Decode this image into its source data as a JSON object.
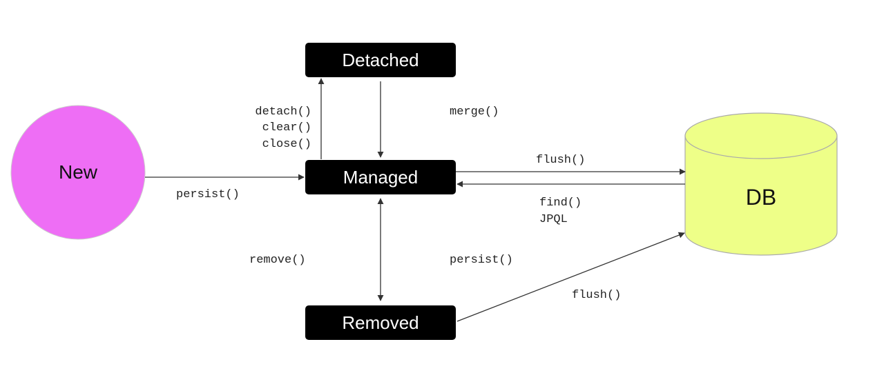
{
  "nodes": {
    "new": {
      "label": "New",
      "color": "#ee6ef5"
    },
    "detached": {
      "label": "Detached",
      "color": "#000000"
    },
    "managed": {
      "label": "Managed",
      "color": "#000000"
    },
    "removed": {
      "label": "Removed",
      "color": "#000000"
    },
    "db": {
      "label": "DB",
      "color": "#eeff88"
    }
  },
  "edges": {
    "new_to_managed": [
      "persist()"
    ],
    "managed_to_detached": [
      "detach()",
      "clear()",
      "close()"
    ],
    "detached_to_managed": [
      "merge()"
    ],
    "managed_to_db": [
      "flush()"
    ],
    "db_to_managed": [
      "find()",
      "JPQL"
    ],
    "managed_removed_left": [
      "remove()"
    ],
    "managed_removed_right": [
      "persist()"
    ],
    "removed_to_db": [
      "flush()"
    ]
  }
}
